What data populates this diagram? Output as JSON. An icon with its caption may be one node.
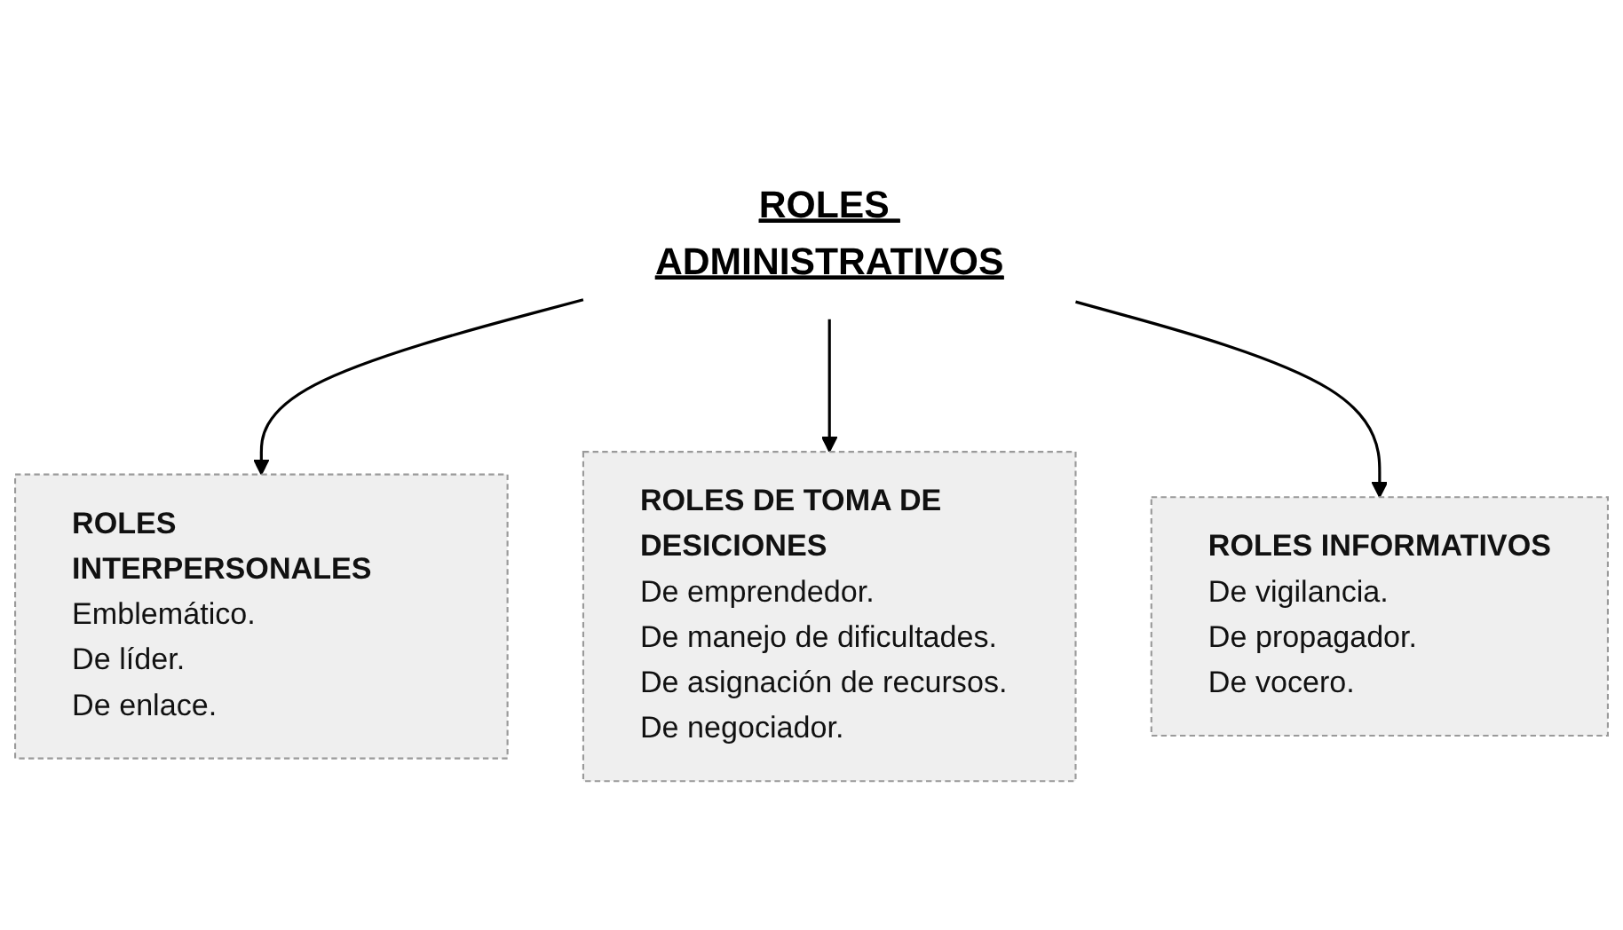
{
  "diagram": {
    "nodes": [
      {
        "text": [
          "ROLES INTERPERSONALES",
          "Emblemático.",
          "De líder.",
          "De enlace."
        ]
      },
      {
        "text": [
          "ROLES DE TOMA DE DESICIONES",
          "De emprendedor.",
          "De manejo de dificultades.",
          "De asignación de recursos.",
          "De negociador."
        ]
      },
      {
        "text": [
          "ROLES ADMINISTRATIVOS"
        ]
      },
      {
        "text": [
          "ROLES INFORMATIVOS",
          "De vigilancia.",
          "De propagador.",
          "De vocero."
        ]
      }
    ],
    "edges": [
      {
        "from": 2,
        "to": 0,
        "arrow": "to"
      },
      {
        "from": 2,
        "to": 1,
        "arrow": "to"
      },
      {
        "from": 2,
        "to": 3,
        "arrow": "to"
      }
    ]
  }
}
